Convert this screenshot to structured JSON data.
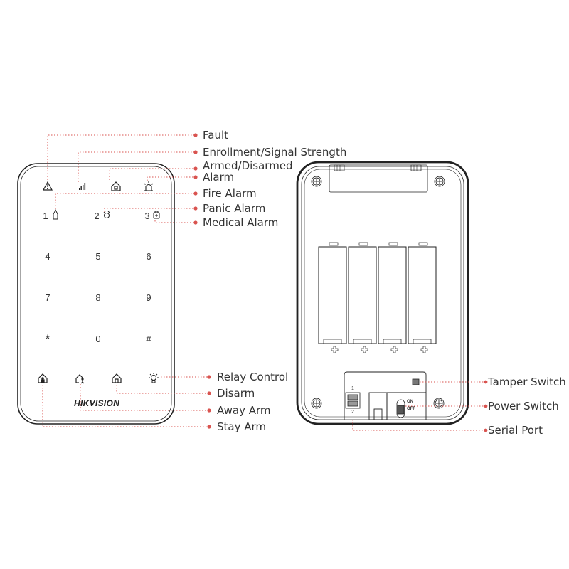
{
  "brand": "HIKVISION",
  "colors": {
    "leader": "#d9534f",
    "outline": "#222222",
    "text": "#333333"
  },
  "front_panel": {
    "indicators": [
      {
        "name": "fault",
        "icon": "warning-triangle-icon"
      },
      {
        "name": "signal",
        "icon": "signal-bars-icon"
      },
      {
        "name": "armed",
        "icon": "house-icon"
      },
      {
        "name": "alarm",
        "icon": "siren-icon"
      }
    ],
    "keys": [
      "1",
      "2",
      "3",
      "4",
      "5",
      "6",
      "7",
      "8",
      "9",
      "*",
      "0",
      "#"
    ],
    "function_keys": [
      {
        "name": "stay-arm",
        "icon": "house-person-icon"
      },
      {
        "name": "away-arm",
        "icon": "house-walking-icon"
      },
      {
        "name": "disarm",
        "icon": "house-open-icon"
      },
      {
        "name": "relay",
        "icon": "lightbulb-icon"
      }
    ]
  },
  "back_panel": {
    "switch_on": "ON",
    "switch_off": "OFF",
    "port_num_1": "1",
    "port_num_2": "2"
  },
  "callouts_left": [
    {
      "label": "Fault"
    },
    {
      "label": "Enrollment/Signal Strength"
    },
    {
      "label": "Armed/Disarmed"
    },
    {
      "label": "Alarm"
    },
    {
      "label": "Fire Alarm"
    },
    {
      "label": "Panic Alarm"
    },
    {
      "label": "Medical Alarm"
    },
    {
      "label": "Relay Control"
    },
    {
      "label": "Disarm"
    },
    {
      "label": "Away Arm"
    },
    {
      "label": "Stay Arm"
    }
  ],
  "callouts_right": [
    {
      "label": "Tamper Switch"
    },
    {
      "label": "Power Switch"
    },
    {
      "label": "Serial Port"
    }
  ]
}
